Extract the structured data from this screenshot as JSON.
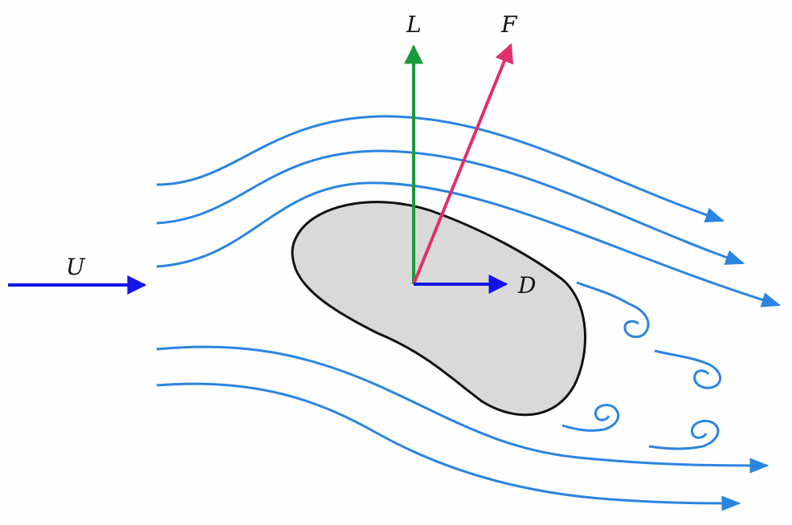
{
  "diagram": {
    "labels": {
      "lift": "L",
      "force": "F",
      "drag": "D",
      "freestream": "U"
    },
    "colors": {
      "background": "#fefefe",
      "streamline": "#2b84e0",
      "lift_arrow": "#1a9a3a",
      "force_arrow": "#e0306a",
      "drag_arrow": "#1414e6",
      "freestream_arrow": "#1414e6",
      "body_fill": "#d9d9d9",
      "body_outline": "#111111"
    }
  }
}
